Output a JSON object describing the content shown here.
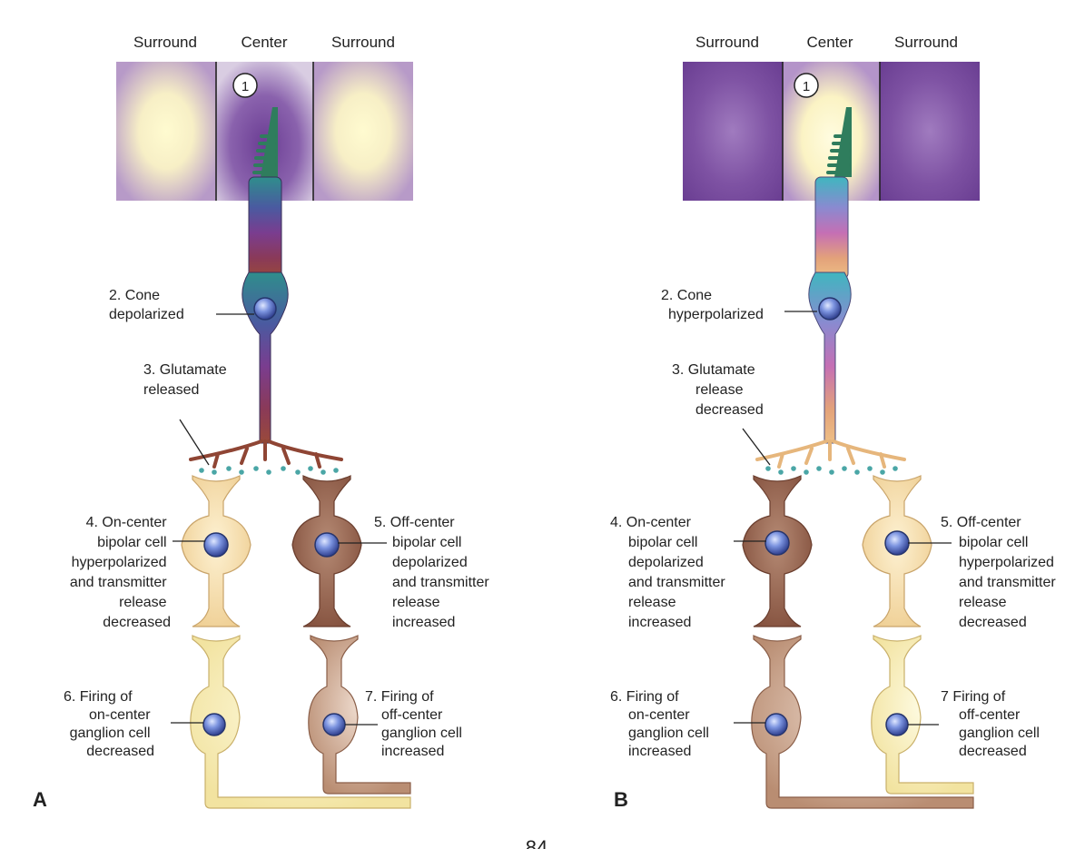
{
  "panels": [
    {
      "letter": "A",
      "headers": {
        "left": "Surround",
        "center": "Center",
        "right": "Surround"
      },
      "marker": "1",
      "cone_label": [
        "2. Cone",
        "depolarized"
      ],
      "glutamate_label": [
        "3. Glutamate",
        "released"
      ],
      "on_bipolar_label": [
        "4. On-center",
        "bipolar cell",
        "hyperpolarized",
        "and transmitter",
        "release",
        "decreased"
      ],
      "off_bipolar_label": [
        "5. Off-center",
        "bipolar cell",
        "depolarized",
        "and transmitter",
        "release",
        "increased"
      ],
      "on_ganglion_label": [
        "6. Firing of",
        "on-center",
        "ganglion cell",
        "decreased"
      ],
      "off_ganglion_label": [
        "7. Firing of",
        "off-center",
        "ganglion cell",
        "increased"
      ]
    },
    {
      "letter": "B",
      "headers": {
        "left": "Surround",
        "center": "Center",
        "right": "Surround"
      },
      "marker": "1",
      "cone_label": [
        "2. Cone",
        "hyperpolarized"
      ],
      "glutamate_label": [
        "3. Glutamate",
        "release",
        "decreased"
      ],
      "on_bipolar_label": [
        "4. On-center",
        "bipolar cell",
        "depolarized",
        "and transmitter",
        "release",
        "increased"
      ],
      "off_bipolar_label": [
        "5. Off-center",
        "bipolar cell",
        "hyperpolarized",
        "and transmitter",
        "release",
        "decreased"
      ],
      "on_ganglion_label": [
        "6. Firing of",
        "on-center",
        "ganglion cell",
        "increased"
      ],
      "off_ganglion_label": [
        "7 Firing of",
        "off-center",
        "ganglion cell",
        "decreased"
      ]
    }
  ],
  "page_number": "84",
  "colors": {
    "light_yellow": "#fbf6c6",
    "stimulus_purple": "#7b4b9e",
    "pale_cell": "#f6dca8",
    "dark_cell": "#9a6a54",
    "ganglion_pale": "#f6eab4",
    "ganglion_dark": "#c7a088",
    "nucleus": "#6f86d6",
    "vesicle": "#4aa6a6",
    "outer_segment": "#2f7d5d"
  }
}
